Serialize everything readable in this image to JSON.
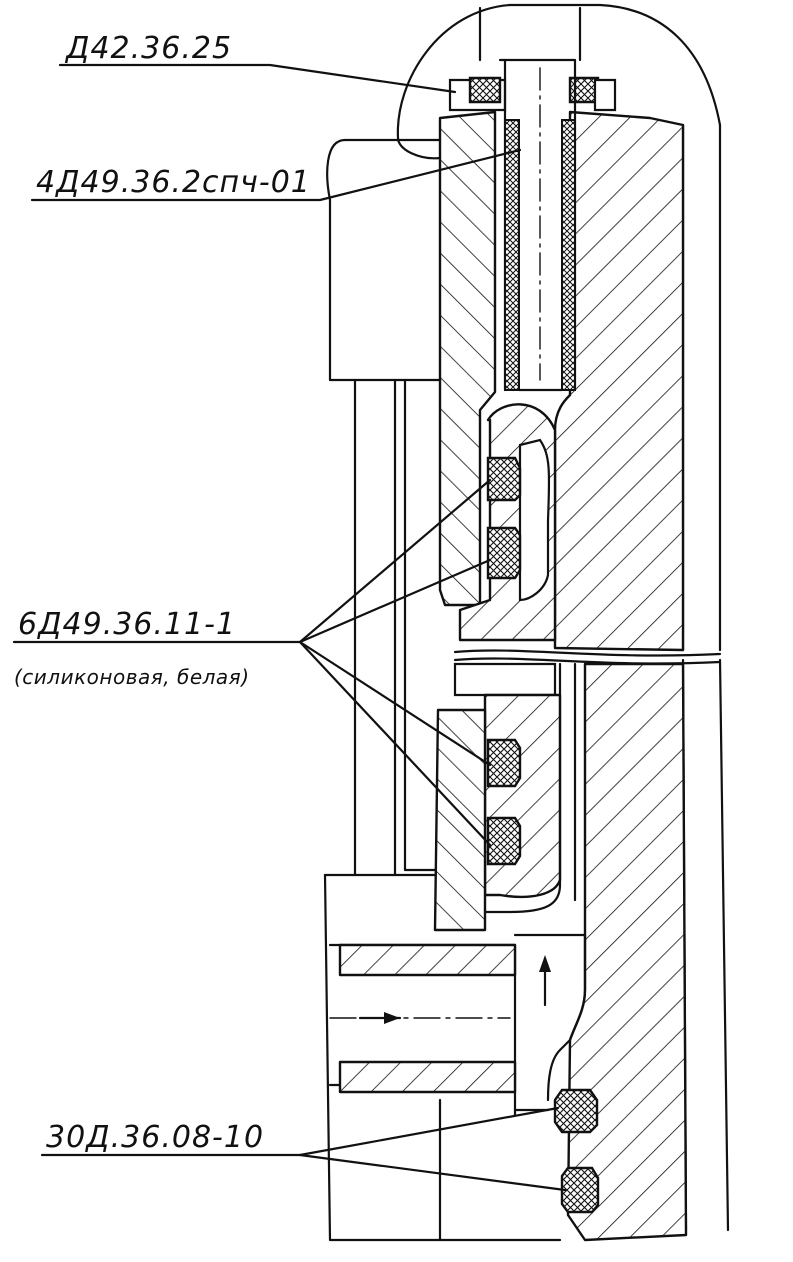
{
  "labels": {
    "top_part": "Д42.36.25",
    "pipe_part": "4Д49.36.2спч-01",
    "seal_part": "6Д49.36.11-1",
    "seal_note": "(силиконовая, белая)",
    "oring_part": "30Д.36.08-10"
  }
}
